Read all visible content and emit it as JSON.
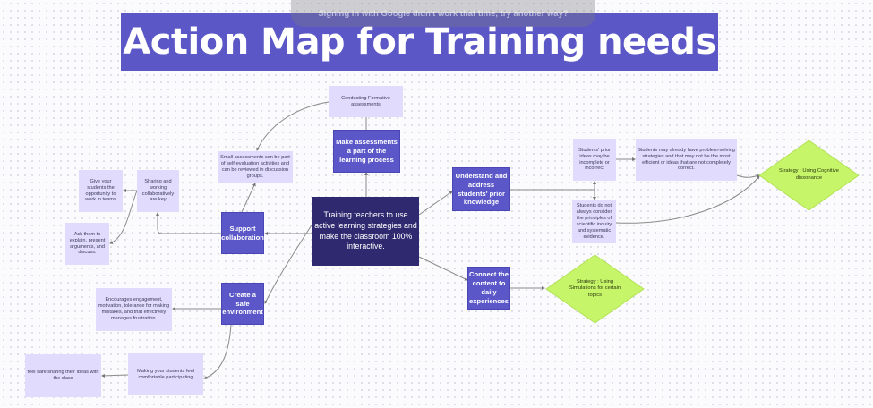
{
  "title": "Action Map for Training needs",
  "toast": "Signing in with Google didn't work that time, try another way?",
  "colors": {
    "banner": "#5b57c6",
    "dark_node": "#5b57c8",
    "center_node": "#2f2a70",
    "light_node": "#e1dcfd",
    "strategy": "#c6f56a"
  },
  "nodes": {
    "center": "Training teachers to use active learning strategies and make the classroom 100% interactive.",
    "assessments": "Make assessments a part of the learning process",
    "formative": "Conducting Formative assessments",
    "small_assessments": "Small assessments can be part of self-evaluation activities and can be reviewed in discussion groups.",
    "support": "Support collaboration",
    "sharing": "Sharing and working collaboratively are key",
    "give": "Give your students the opportunity to work in teams",
    "ask": "Ask them to explain, present arguments, and discuss.",
    "safe": "Create a safe environment",
    "encourages": "Encourages engagement, motivation, tolerance for making mistakes, and that effectively manages frustration.",
    "making": "Making your students feel comfortable participating",
    "feel_safe": "feel safe sharing their ideas with the class",
    "understand": "Understand and address students' prior knowledge",
    "prior_ideas": "Students' prior ideas may be incomplete or incorrect",
    "may_have": "Students may already have problem-solving strategies and that may not be the most efficient or ideas that are not completely correct.",
    "do_not": "Students do not always consider the principles of scientific inquiry and systematic evidence.",
    "connect": "Connect the content to daily experiences",
    "strategy_cognitive": "Strategy : Using Cognitive dissonance",
    "strategy_simulations": "Strategy : Using Simulations for certain topics"
  }
}
